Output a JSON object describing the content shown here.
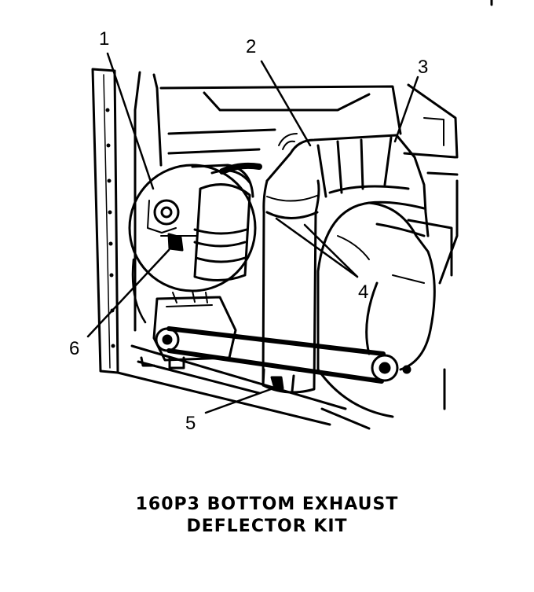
{
  "diagram": {
    "callouts": [
      "1",
      "2",
      "3",
      "4",
      "5",
      "6"
    ],
    "caption": {
      "line1": "160P3 BOTTOM EXHAUST",
      "line2": "DEFLECTOR KIT"
    }
  }
}
